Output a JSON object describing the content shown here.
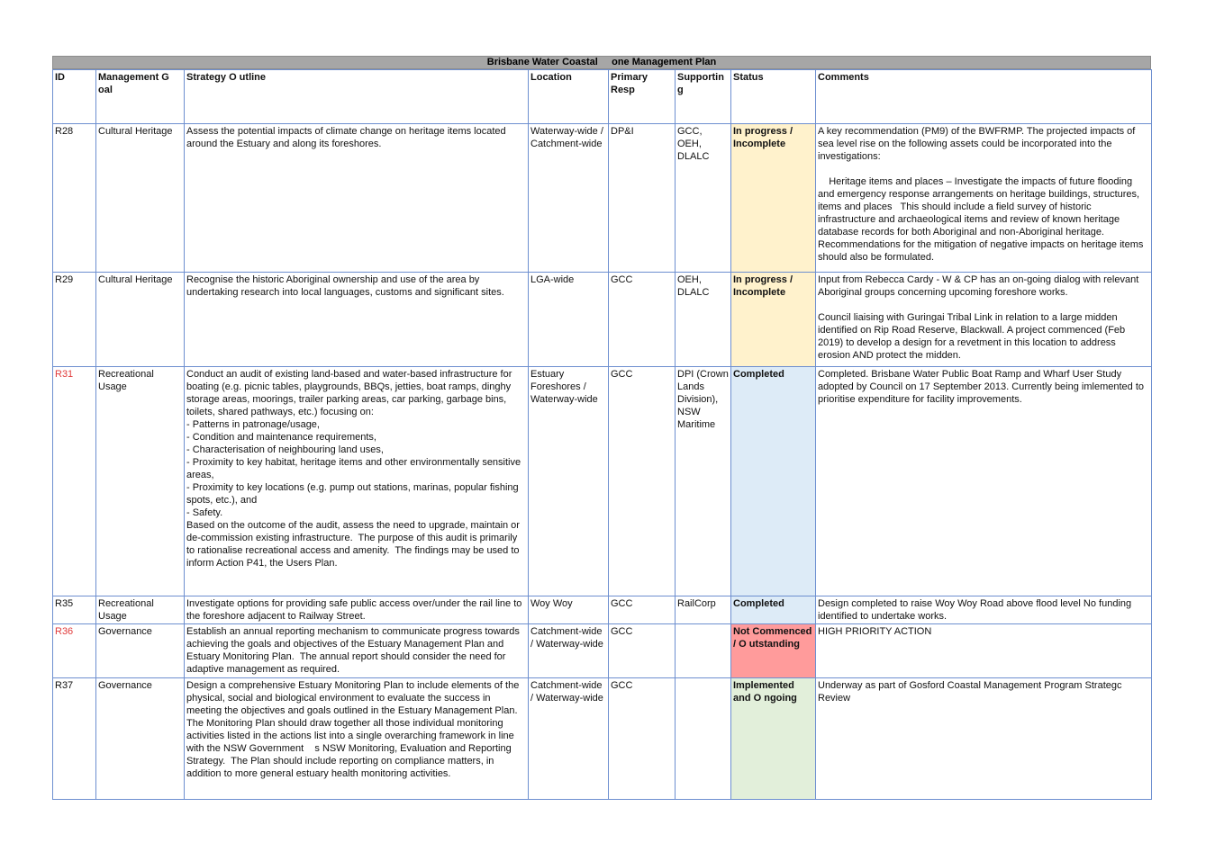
{
  "document": {
    "title": "Brisbane Water Coastal     one Management Plan",
    "headers": {
      "id": "ID",
      "goal": "Management G oal",
      "strategy": "Strategy O utline",
      "location": "Location",
      "primary": "Primary Resp",
      "supporting": "Supportin g",
      "status": "Status",
      "comments": "Comments"
    },
    "rows": [
      {
        "id": "R28",
        "goal": "Cultural Heritage",
        "strategy": "Assess the potential impacts of climate change on heritage items located around the Estuary and along its foreshores.",
        "location": "Waterway-wide / Catchment-wide",
        "primary": "DP&I",
        "supporting": "GCC, OEH, DLALC",
        "status": "In progress / Incomplete",
        "comments": "A key recommendation (PM9) of the BWFRMP. The projected impacts of sea level rise on the following assets could be incorporated into the investigations:\n\n    Heritage items and places – Investigate the impacts of future flooding and emergency response arrangements on heritage buildings, structures, items and places   This should include a field survey of historic infrastructure and archaeological items and review of known heritage database records for both Aboriginal and non-Aboriginal heritage. Recommendations for the mitigation of negative impacts on heritage items should also be formulated."
      },
      {
        "id": "R29",
        "goal": "Cultural Heritage",
        "strategy": "Recognise the historic Aboriginal ownership and use of the area by undertaking research into local languages, customs and significant sites.",
        "location": "LGA-wide",
        "primary": "GCC",
        "supporting": "OEH, DLALC",
        "status": "In progress / Incomplete",
        "comments": "Input from Rebecca Cardy - W & CP has an on-going dialog with relevant Aboriginal groups concerning upcoming foreshore works.\n\nCouncil liaising with Guringai Tribal Link in relation to a large midden identified on Rip Road Reserve, Blackwall. A project commenced (Feb 2019) to develop a design for a revetment in this location to address erosion AND protect the midden."
      },
      {
        "id": "R31",
        "goal": "Recreational Usage",
        "strategy": "Conduct an audit of existing land-based and water-based infrastructure for boating (e.g. picnic tables, playgrounds, BBQs, jetties, boat ramps, dinghy storage areas, moorings, trailer parking areas, car parking, garbage bins, toilets, shared pathways, etc.) focusing on:\n- Patterns in patronage/usage,\n- Condition and maintenance requirements,\n- Characterisation of neighbouring land uses,\n- Proximity to key habitat, heritage items and other environmentally sensitive areas,\n- Proximity to key locations (e.g. pump out stations, marinas, popular fishing spots, etc.), and\n- Safety.\nBased on the outcome of the audit, assess the need to upgrade, maintain or de-commission existing infrastructure.  The purpose of this audit is primarily to rationalise recreational access and amenity.  The findings may be used to inform Action P41, the Users Plan.",
        "location": "Estuary Foreshores / Waterway-wide",
        "primary": "GCC",
        "supporting": "DPI (Crown Lands Division), NSW Maritime",
        "status": "Completed",
        "comments": "Completed. Brisbane Water Public Boat Ramp and Wharf User Study adopted by Council on 17 September 2013. Currently being imlemented to prioritise expenditure for facility improvements."
      },
      {
        "id": "R35",
        "goal": "Recreational Usage",
        "strategy": "Investigate options for providing safe public access over/under the rail line to the foreshore adjacent to Railway Street.",
        "location": "Woy Woy",
        "primary": "GCC",
        "supporting": "RailCorp",
        "status": "Completed",
        "comments": "Design completed to raise Woy Woy Road above flood level No funding identified to undertake works."
      },
      {
        "id": "R36",
        "goal": "Governance",
        "strategy": "Establish an annual reporting mechanism to communicate progress towards achieving the goals and objectives of the Estuary Management Plan and Estuary Monitoring Plan.  The annual report should consider the need for adaptive management as required.",
        "location": "Catchment-wide / Waterway-wide",
        "primary": "GCC",
        "supporting": "",
        "status": "Not Commenced / O utstanding",
        "comments": "HIGH PRIORITY ACTION"
      },
      {
        "id": "R37",
        "goal": "Governance",
        "strategy": "Design a comprehensive Estuary Monitoring Plan to include elements of the physical, social and biological environment to evaluate the success in meeting the objectives and goals outlined in the Estuary Management Plan.  The Monitoring Plan should draw together all those individual monitoring activities listed in the actions list into a single overarching framework in line with the NSW Government    s NSW Monitoring, Evaluation and Reporting Strategy.  The Plan should include reporting on compliance matters, in addition to more general estuary health monitoring activities.",
        "location": "Catchment-wide / Waterway-wide",
        "primary": "GCC",
        "supporting": "",
        "status": "Implemented and O ngoing",
        "comments": "Underway as part of Gosford Coastal Management Program Strategc Review"
      }
    ]
  },
  "colors": {
    "in_progress": "#fff2cc",
    "completed": "#ddebf7",
    "not_commenced": "#ff9b9b",
    "implemented": "#e2efda",
    "highlight_id": "#e03b3b",
    "grid": "#6d8fd0"
  }
}
